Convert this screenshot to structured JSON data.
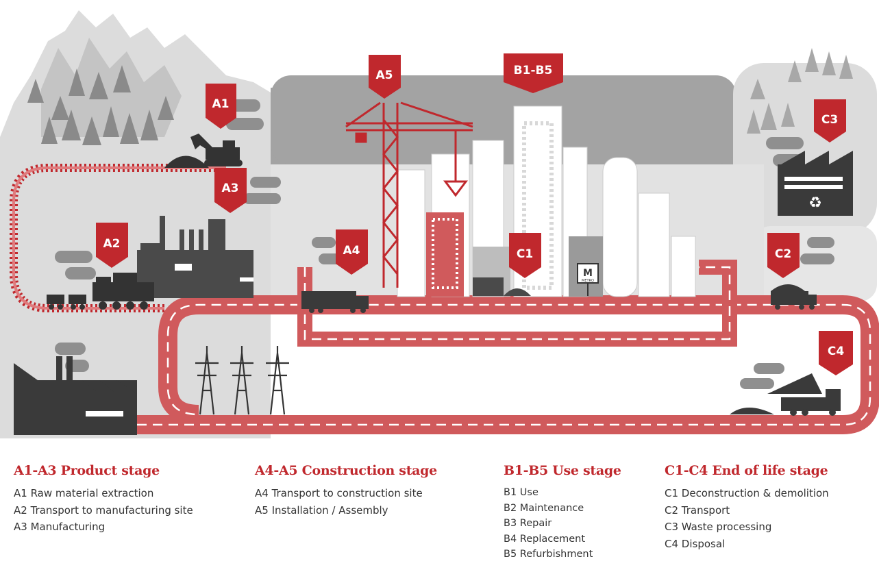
{
  "markers": {
    "a1": "A1",
    "a2": "A2",
    "a3": "A3",
    "a4": "A4",
    "a5": "A5",
    "b1b5": "B1-B5",
    "c1": "C1",
    "c2": "C2",
    "c3": "C3",
    "c4": "C4"
  },
  "metro_sign": {
    "letter": "M",
    "caption": "METRO"
  },
  "colors": {
    "marker_red": "#c0282d",
    "road_red": "#d05a5c",
    "dark_grey": "#4a4a4a",
    "mid_grey": "#9a9a9a",
    "light_grey": "#d9d9d9"
  },
  "legend": {
    "product": {
      "heading": "A1-A3 Product stage",
      "items": [
        "A1 Raw material extraction",
        "A2 Transport to manufacturing site",
        "A3 Manufacturing"
      ]
    },
    "construction": {
      "heading": "A4-A5 Construction stage",
      "items": [
        "A4 Transport to construction site",
        "A5 Installation / Assembly"
      ]
    },
    "use": {
      "heading": "B1-B5 Use stage",
      "items": [
        "B1 Use",
        "B2 Maintenance",
        "B3 Repair",
        "B4 Replacement",
        "B5 Refurbishment"
      ]
    },
    "end_of_life": {
      "heading": "C1-C4 End of life stage",
      "items": [
        "C1 Deconstruction & demolition",
        "C2 Transport",
        "C3 Waste processing",
        "C4 Disposal"
      ]
    }
  }
}
